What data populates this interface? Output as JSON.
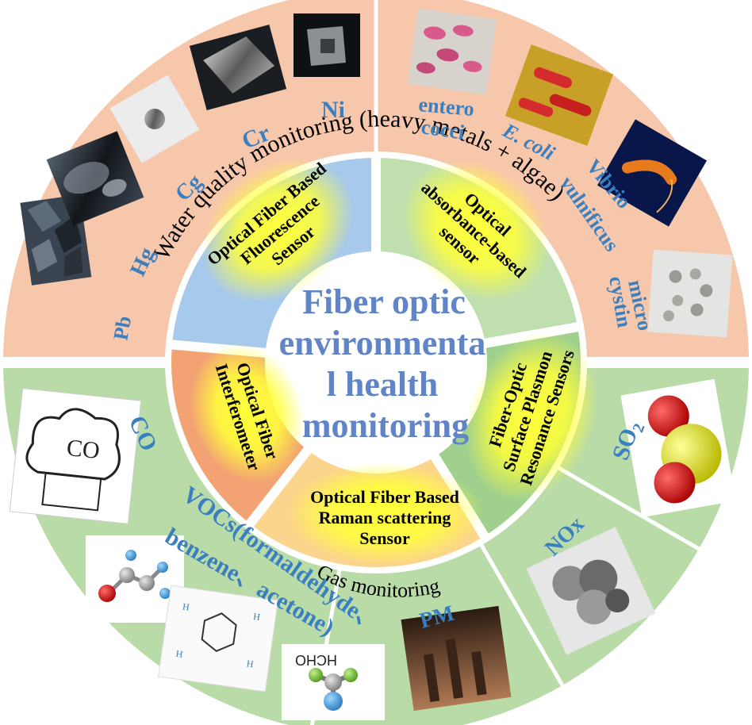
{
  "center": {
    "lines": [
      "Fiber optic",
      "environmenta",
      "l health",
      "monitoring"
    ]
  },
  "sectors": {
    "fluorescence": [
      "Optical Fiber Based",
      "Fluorescence",
      "Sensor"
    ],
    "absorbance": [
      "Optical",
      "absorbance-based",
      "sensor"
    ],
    "spr": [
      "Fiber-Optic",
      "Surface Plasmon",
      "Resonance Sensors"
    ],
    "raman": [
      "Optical Fiber Based",
      "Raman scattering",
      "Sensor"
    ],
    "interferometer": [
      "Optical Fiber",
      "Interferometer"
    ]
  },
  "outer": {
    "water_title": "Water quality monitoring (heavy metals + algae)",
    "gas_title": "Gas monitoring",
    "water_items": {
      "pb": "Pb",
      "hg": "Hg",
      "cg": "Cg",
      "cr": "Cr",
      "ni": "Ni",
      "entero1": "entero",
      "entero2": "cocci",
      "ecoli": "E. coli",
      "vulnificus": "vulnificus",
      "vibrio": "Vibrio",
      "micro": "micro",
      "cystin": "cystin"
    },
    "gas_items": {
      "co": "CO",
      "vocs": "VOCs(formaldehyde、",
      "benzene": "benzene、acetone)",
      "pm": "PM",
      "nox": "NOx",
      "so2": "SO2"
    },
    "image_labels": {
      "hcho": "HCHO"
    }
  },
  "colors": {
    "water_ring": "#f7c7ab",
    "gas_ring": "#b9dba8",
    "fluorescence": "#a7c9ec",
    "absorbance": "#bfe0ae",
    "spr": "#9fd08e",
    "raman": "#fbd48e",
    "interferometer": "#f3a373",
    "glow": "#ffff3a",
    "blue_text": "#3a7fc0",
    "center_text": "#5f84c8"
  }
}
